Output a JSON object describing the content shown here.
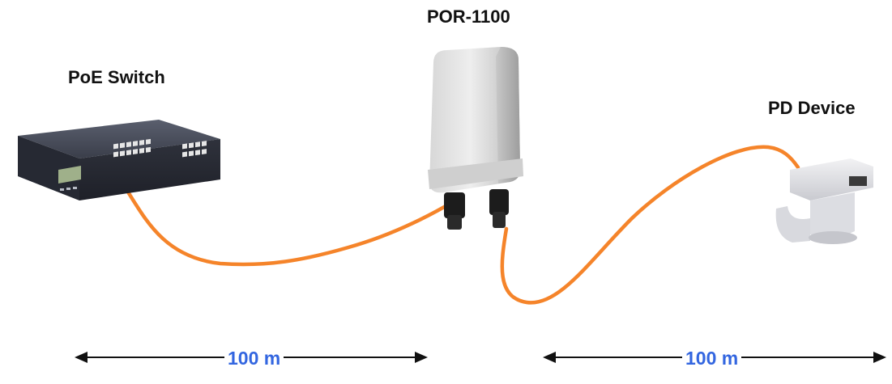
{
  "labels": {
    "switch": "PoE Switch",
    "extender": "POR-1100",
    "pd": "PD Device"
  },
  "distances": {
    "segment1": "100 m",
    "segment2": "100 m"
  },
  "colors": {
    "cable": "#f5842a",
    "distance_text": "#3366e0",
    "arrow": "#111111"
  },
  "icons": {
    "switch": "poe-switch-device",
    "extender": "outdoor-poe-extender",
    "pd": "ptz-camera"
  }
}
